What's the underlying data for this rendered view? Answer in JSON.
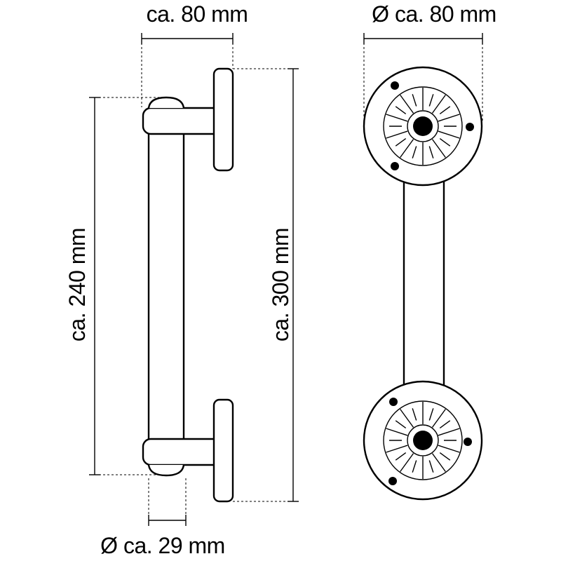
{
  "dimensions": {
    "arm_projection": "ca. 80 mm",
    "flange_diameter": "Ø ca. 80 mm",
    "bar_length": "ca. 240 mm",
    "overall_length": "ca. 300 mm",
    "bar_diameter": "Ø ca. 29 mm"
  },
  "colors": {
    "line": "#000000",
    "background": "#ffffff"
  }
}
